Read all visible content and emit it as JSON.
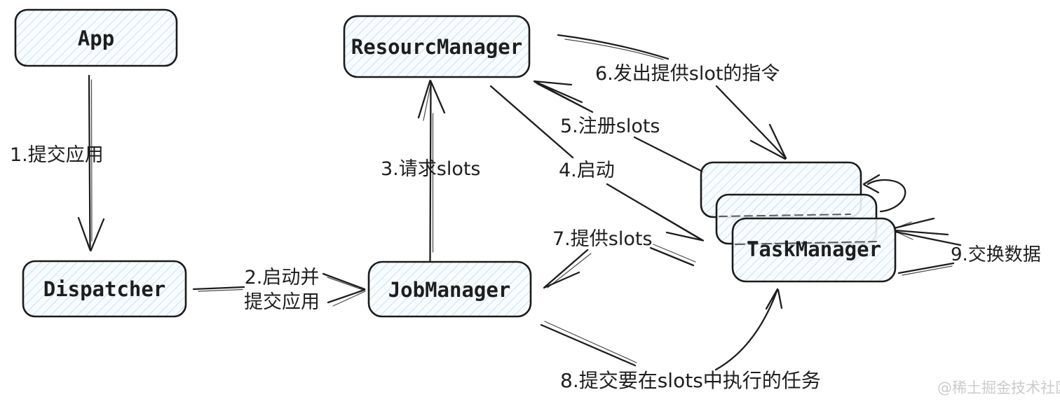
{
  "diagram": {
    "nodes": {
      "app": {
        "label": "App"
      },
      "dispatcher": {
        "label": "Dispatcher"
      },
      "resource_manager": {
        "label": "ResourcManager"
      },
      "job_manager": {
        "label": "JobManager"
      },
      "task_manager": {
        "label": "TaskManager"
      }
    },
    "edges": {
      "e1": {
        "label": "1.提交应用",
        "from": "App",
        "to": "Dispatcher"
      },
      "e2": {
        "label": "2.启动并提交应用",
        "line1": "2.启动并",
        "line2": "提交应用",
        "from": "Dispatcher",
        "to": "JobManager"
      },
      "e3": {
        "label": "3.请求slots",
        "from": "JobManager",
        "to": "ResourcManager"
      },
      "e4": {
        "label": "4.启动",
        "from": "ResourcManager",
        "to": "TaskManager"
      },
      "e5": {
        "label": "5.注册slots",
        "from": "TaskManager",
        "to": "ResourcManager"
      },
      "e6": {
        "label": "6.发出提供slot的指令",
        "from": "ResourcManager",
        "to": "TaskManager"
      },
      "e7": {
        "label": "7.提供slots",
        "from": "TaskManager",
        "to": "JobManager"
      },
      "e8": {
        "label": "8.提交要在slots中执行的任务",
        "from": "JobManager",
        "to": "TaskManager"
      },
      "e9": {
        "label": "9.交换数据",
        "from": "TaskManager",
        "to": "TaskManager"
      }
    }
  },
  "watermark": "@稀土掘金技术社区",
  "colors": {
    "box_fill": "#f4fafd",
    "hatch_line": "#aed7f2",
    "line": "#1d1d1d",
    "watermark": "#cbcbcb"
  }
}
